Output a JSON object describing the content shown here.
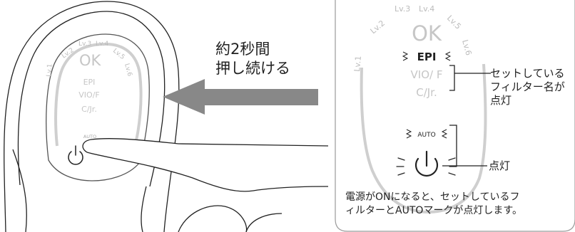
{
  "instruction": {
    "line1": "約2秒間",
    "line2": "押し続ける"
  },
  "device_left": {
    "levels": [
      "Lv.1",
      "Lv.2",
      "Lv.3",
      "Lv.4",
      "Lv.5",
      "Lv.6"
    ],
    "ok": "OK",
    "filters": [
      "EPI",
      "VIO/F",
      "C/Jr."
    ],
    "auto": "AUTO"
  },
  "panel": {
    "levels": [
      "Lv.1",
      "Lv.2",
      "Lv.3",
      "Lv.4",
      "Lv.5",
      "Lv.6"
    ],
    "ok": "OK",
    "filters": [
      "EPI",
      "VIO/ F",
      "C/Jr."
    ],
    "auto": "AUTO",
    "annotation_filter": [
      "セットしている",
      "フィルター名が",
      "点灯"
    ],
    "annotation_power": "点灯",
    "caption": [
      "電源がONになると、セットしているフ",
      "ィルターとAUTOマークが点灯します。"
    ]
  },
  "colors": {
    "arrow": "#888888",
    "line": "#222222",
    "light_gray": "#cfcfcf",
    "panel_border": "#9a9a9a"
  }
}
